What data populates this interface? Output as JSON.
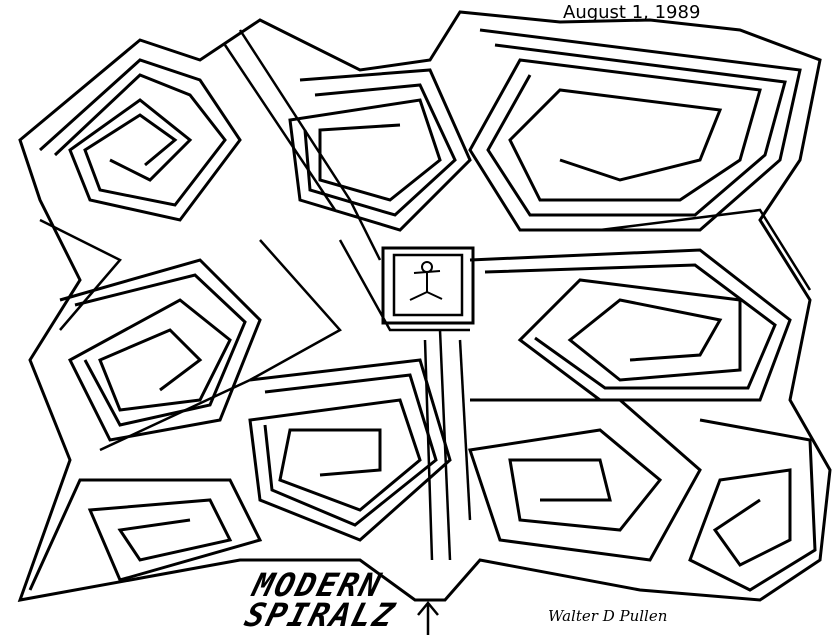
{
  "header": {
    "date": "August 1, 1989"
  },
  "title": {
    "line1": "MODERN",
    "line2": "SPIRALZ"
  },
  "signature": "Walter D Pullen",
  "maze": {
    "style": "spiral line maze, black on white",
    "goal": "stick-figure-in-center-box",
    "entrance_marker": "up-arrow-at-bottom-center"
  },
  "colors": {
    "ink": "#000000",
    "paper": "#ffffff"
  }
}
